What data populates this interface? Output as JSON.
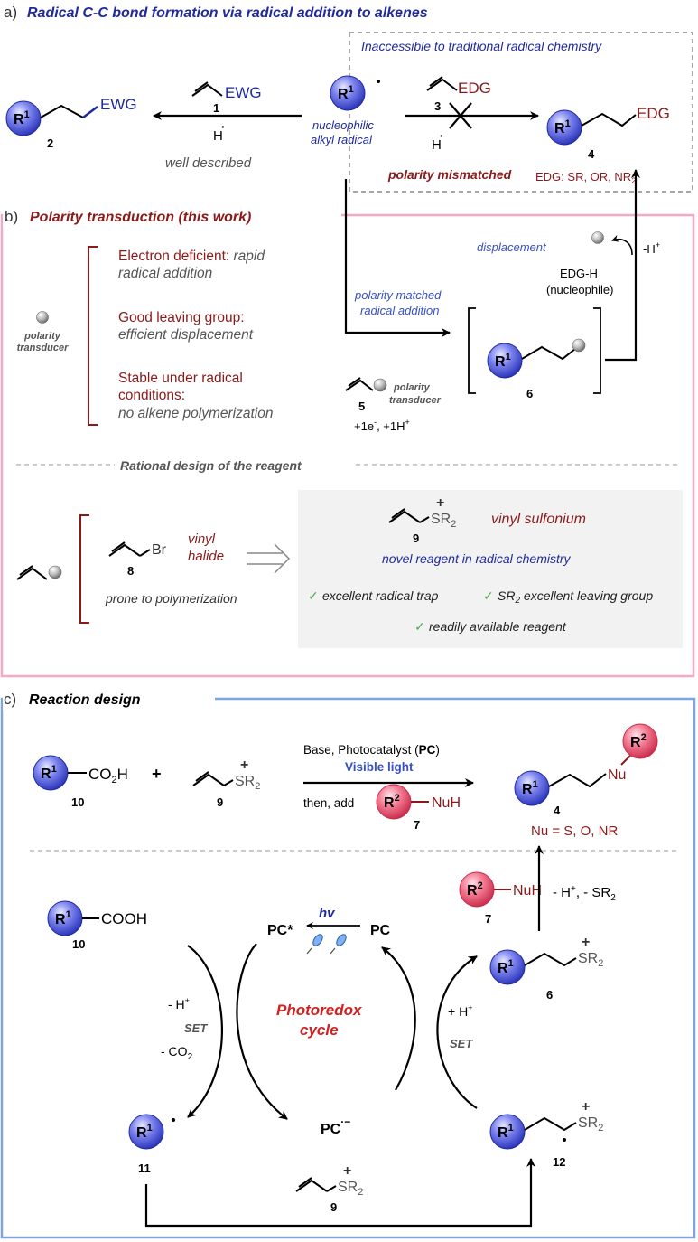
{
  "colors": {
    "navy": "#1f2a9e",
    "darkred": "#8b1a1a",
    "red": "#d42020",
    "gray": "#555555",
    "blue_ball": "#5b63e0",
    "pink_ball": "#f05b78",
    "panel_b_border": "#f4a9c0",
    "panel_c_border": "#7ea6de",
    "dashed_gray": "#8a8a8a",
    "reagent_box_bg": "#f2f2f2",
    "check_green": "#4caf50"
  },
  "section_a": {
    "letter": "a)",
    "title": "Radical C-C bond formation via radical addition to alkenes",
    "box_title": "Inaccessible to traditional  radical chemistry",
    "ewg": "EWG",
    "num_1": "1",
    "num_2": "2",
    "num_3": "3",
    "num_4": "4",
    "h_dot": "H",
    "well_described": "well described",
    "nucleophilic": "nucleophilic",
    "alkyl_radical": "alkyl radical",
    "edg": "EDG",
    "polarity_mismatched": "polarity mismatched",
    "edg_list": "EDG: SR, OR, NR",
    "edg_list_sub": "2",
    "r": "R",
    "r_sup": "1"
  },
  "section_b": {
    "letter": "b)",
    "title": "Polarity transduction (this work)",
    "prop1_a": "Electron deficient: ",
    "prop1_b": "rapid",
    "prop1_c": "radical addition",
    "prop2_a": "Good leaving group:",
    "prop2_b": "efficient displacement",
    "prop3_a": "Stable under radical",
    "prop3_b": "conditions:",
    "prop3_c": "no alkene polymerization",
    "transducer_1": "polarity",
    "transducer_2": "transducer",
    "matched_1": "polarity matched",
    "matched_2": "radical addition",
    "displacement": "displacement",
    "minus_h": "-H",
    "edg_h": "EDG-H",
    "nucleophile": "(nucleophile)",
    "num_5": "5",
    "num_6": "6",
    "electrons": "+1e",
    "protons": ", +1H",
    "rational": "Rational design of the reagent",
    "br": "Br",
    "num_8": "8",
    "vinyl_halide_1": "vinyl",
    "vinyl_halide_2": "halide",
    "prone": "prone to polymerization",
    "sr2": "SR",
    "num_9": "9",
    "vinyl_sulfonium": "vinyl sulfonium",
    "novel": "novel reagent in radical chemistry",
    "check1": "excellent radical trap",
    "check2a": "SR",
    "check2b": " excellent leaving group",
    "check3": "readily available reagent"
  },
  "section_c": {
    "letter": "c)",
    "title": "Reaction design",
    "co2h": "CO",
    "co2h_h": "H",
    "plus": "+",
    "num_10": "10",
    "num_9": "9",
    "num_7": "7",
    "num_4": "4",
    "num_6": "6",
    "num_11": "11",
    "num_12": "12",
    "cond_1": "Base, Photocatalyst (",
    "cond_pc": "PC",
    "cond_2": ")",
    "visible_light": "Visible light",
    "then_add": "then, add",
    "nuh": "NuH",
    "nu": "Nu",
    "nu_def": "Nu = S, O, NR",
    "r2_sup": "2",
    "cooh": "COOH",
    "hv": "hv",
    "pc_star": "PC*",
    "pc": "PC",
    "pc_rad": "PC",
    "photoredox_1": "Photoredox",
    "photoredox_2": "cycle",
    "minus_h": "- H",
    "set": "SET",
    "minus_co2": "- CO",
    "plus_h": "+ H",
    "elim": "- H",
    "elim_b": ", - SR"
  }
}
